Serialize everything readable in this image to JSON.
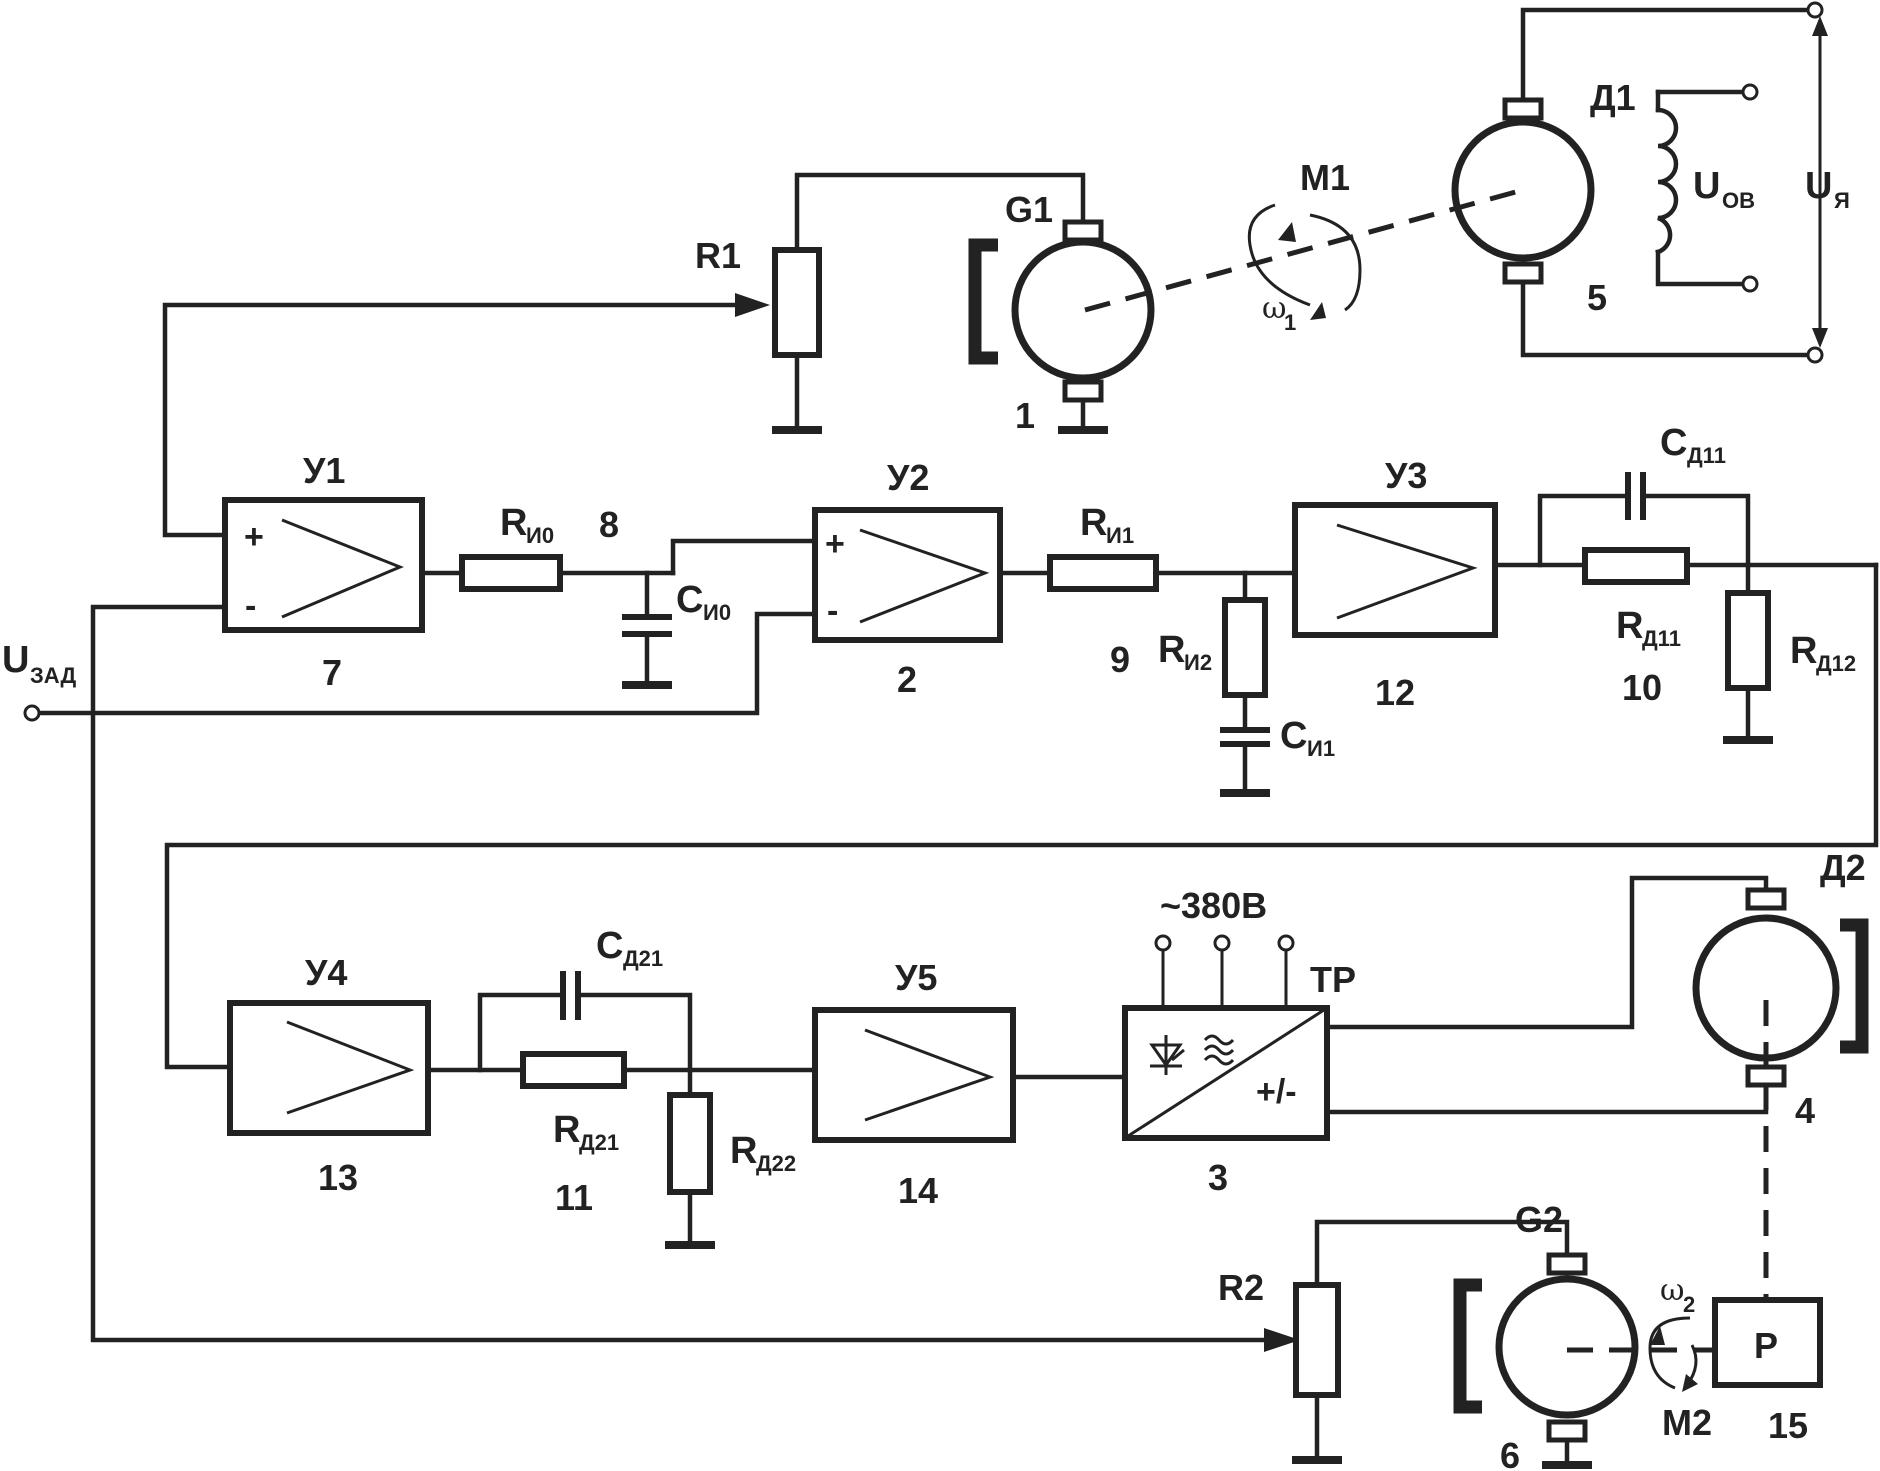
{
  "labels": {
    "u_zad": "U",
    "u_zad_sub": "ЗАД",
    "u_ov": "U",
    "u_ov_sub": "ОВ",
    "u_ya": "U",
    "u_ya_sub": "Я",
    "R1": "R1",
    "R2": "R2",
    "G1": "G1",
    "G2": "G2",
    "D1": "Д1",
    "D2": "Д2",
    "M1": "M1",
    "M2": "M2",
    "omega1": "ω",
    "omega1_sub": "1",
    "omega2": "ω",
    "omega2_sub": "2",
    "Y1": "У1",
    "Y2": "У2",
    "Y3": "У3",
    "Y4": "У4",
    "Y5": "У5",
    "Ri0": "R",
    "Ri0_sub": "И0",
    "Ci0": "C",
    "Ci0_sub": "И0",
    "Ri1": "R",
    "Ri1_sub": "И1",
    "Ri2": "R",
    "Ri2_sub": "И2",
    "Ci1": "C",
    "Ci1_sub": "И1",
    "Cd11": "C",
    "Cd11_sub": "Д11",
    "Rd11": "R",
    "Rd11_sub": "Д11",
    "Rd12": "R",
    "Rd12_sub": "Д12",
    "Cd21": "C",
    "Cd21_sub": "Д21",
    "Rd21": "R",
    "Rd21_sub": "Д21",
    "Rd22": "R",
    "Rd22_sub": "Д22",
    "supply": "~380B",
    "TP": "TP",
    "plusminus": "+/-",
    "P": "P",
    "plus": "+",
    "minus": "-"
  },
  "numbers": {
    "n1": "1",
    "n2": "2",
    "n3": "3",
    "n4": "4",
    "n5": "5",
    "n6": "6",
    "n7": "7",
    "n8": "8",
    "n9": "9",
    "n10": "10",
    "n11": "11",
    "n12": "12",
    "n13": "13",
    "n14": "14",
    "n15": "15"
  }
}
